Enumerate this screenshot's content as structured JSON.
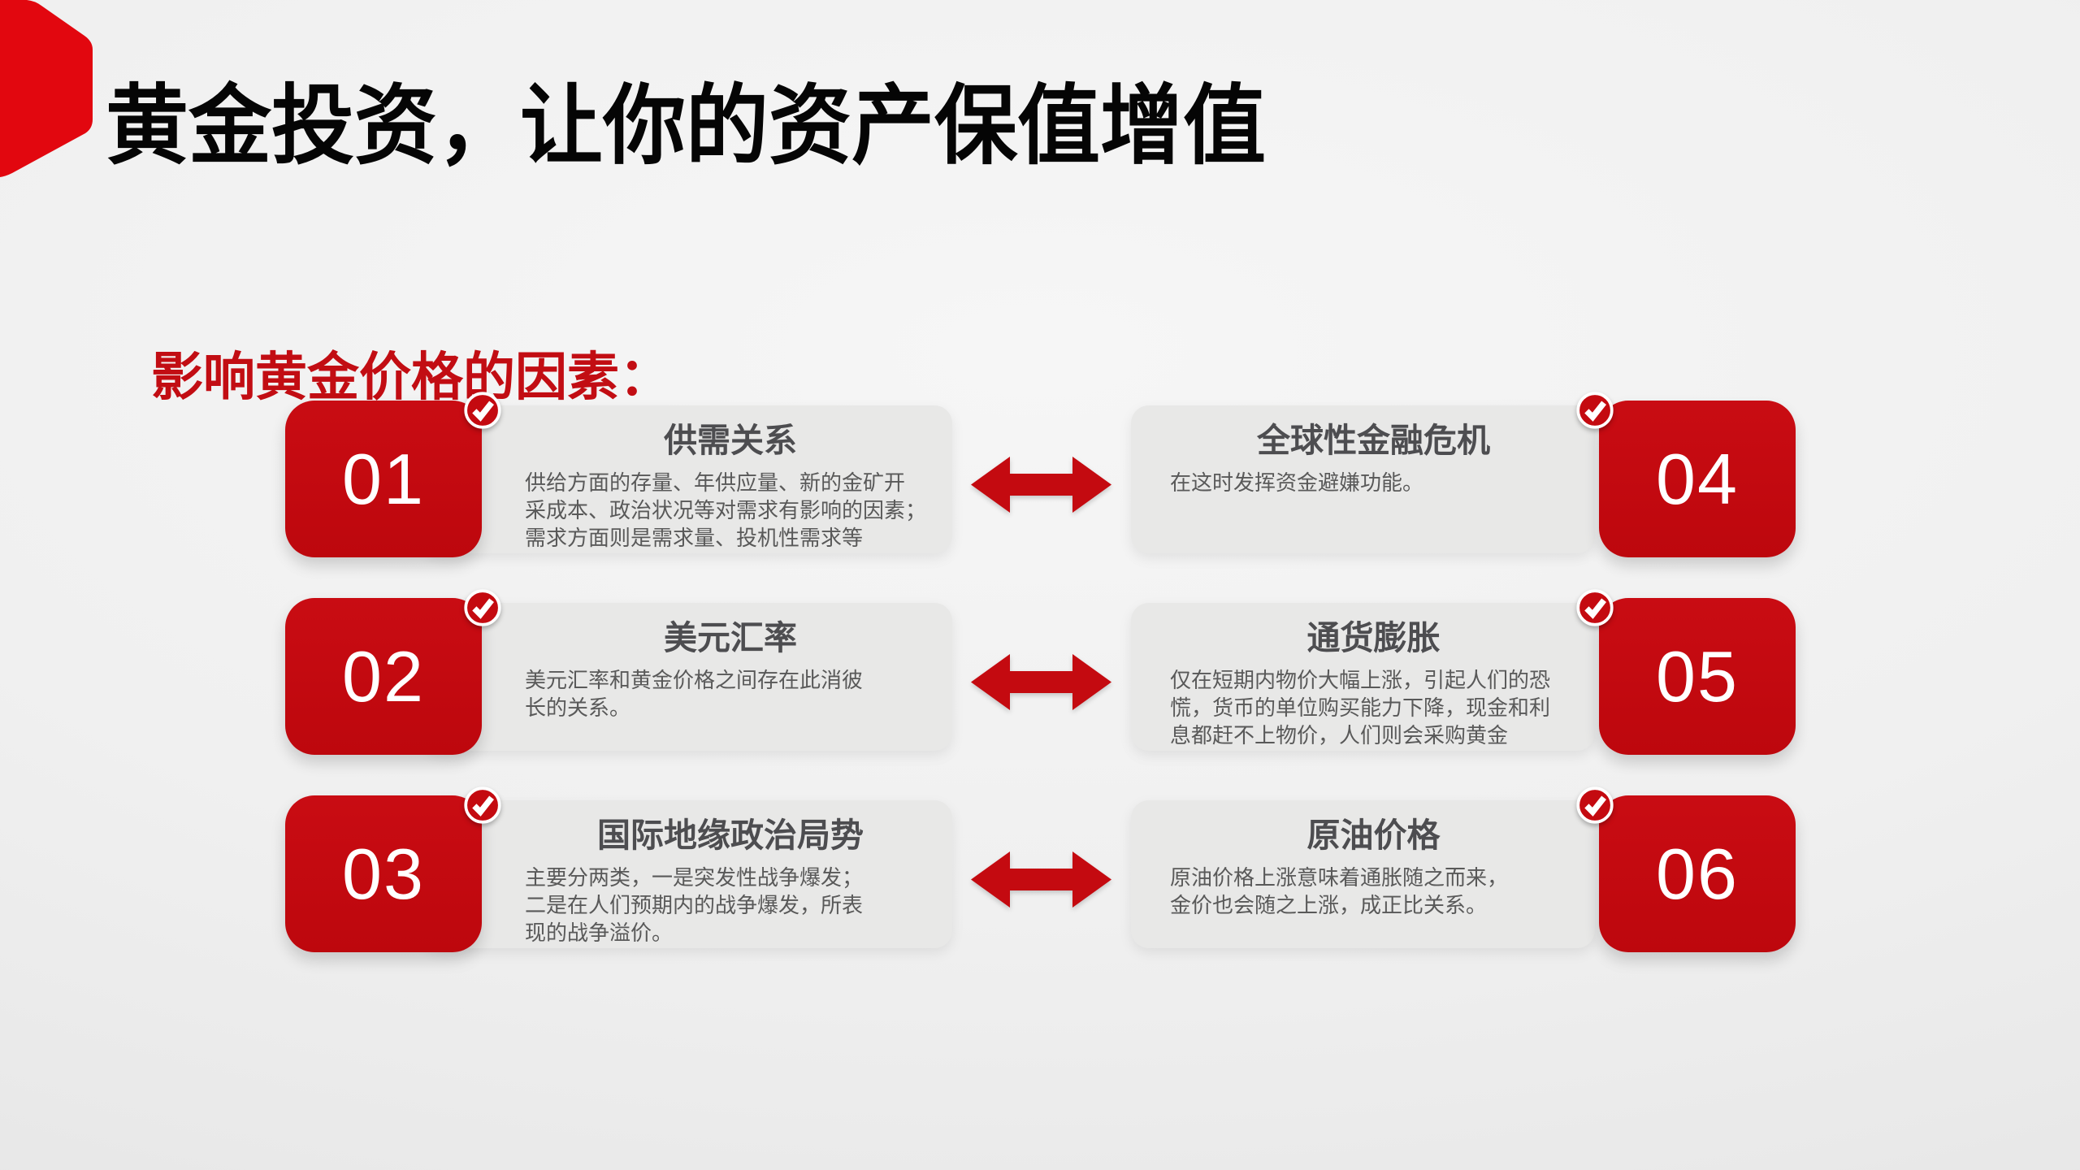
{
  "slide": {
    "title": "黄金投资，让你的资产保值增值",
    "section_heading": "影响黄金价格的因素：",
    "colors": {
      "accent_red": "#C40A10",
      "corner_red": "#E2070F",
      "heading_red": "#C20D13",
      "panel_gray": "#E8E8E7",
      "title_gray": "#4D4D50",
      "body_gray": "#595959",
      "title_black": "#050505",
      "number_white": "#FFFFFF"
    }
  },
  "icons": {
    "check": "✓",
    "double_arrow": "⇄",
    "corner_shape": "hexagon"
  },
  "factors": [
    {
      "number": "01",
      "title": "供需关系",
      "desc": "供给方面的存量、年供应量、新的金矿开\n采成本、政治状况等对需求有影响的因素；\n需求方面则是需求量、投机性需求等",
      "side": "left"
    },
    {
      "number": "02",
      "title": "美元汇率",
      "desc": "美元汇率和黄金价格之间存在此消彼\n长的关系。",
      "side": "left"
    },
    {
      "number": "03",
      "title": "国际地缘政治局势",
      "desc": "主要分两类，一是突发性战争爆发；\n二是在人们预期内的战争爆发，所表\n现的战争溢价。",
      "side": "left"
    },
    {
      "number": "04",
      "title": "全球性金融危机",
      "desc": "在这时发挥资金避嫌功能。",
      "side": "right"
    },
    {
      "number": "05",
      "title": "通货膨胀",
      "desc": "仅在短期内物价大幅上涨，引起人们的恐\n慌，货币的单位购买能力下降，现金和利\n息都赶不上物价，人们则会采购黄金",
      "side": "right"
    },
    {
      "number": "06",
      "title": "原油价格",
      "desc": "原油价格上涨意味着通胀随之而来，\n金价也会随之上涨，成正比关系。",
      "side": "right"
    }
  ]
}
